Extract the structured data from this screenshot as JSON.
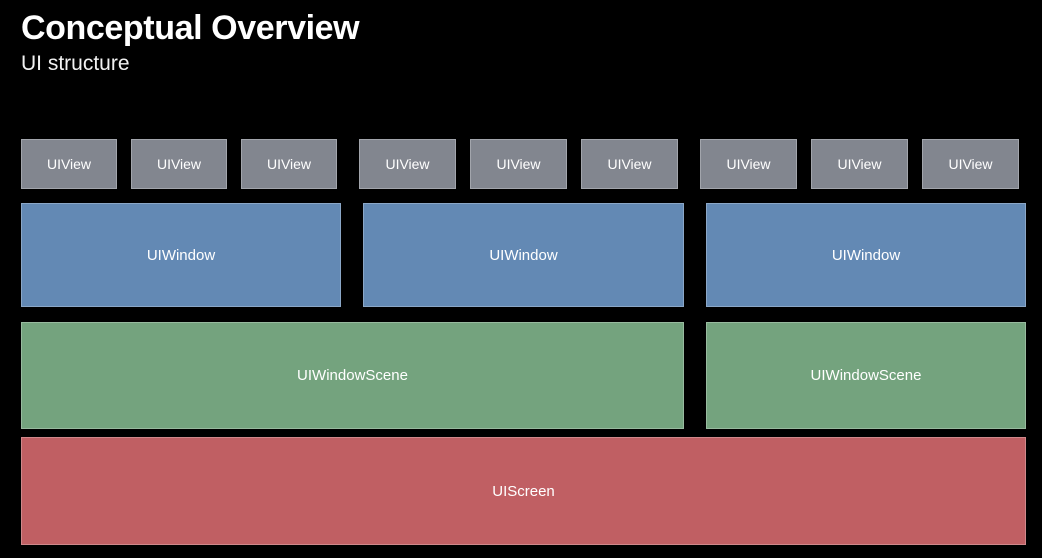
{
  "header": {
    "title": "Conceptual Overview",
    "subtitle": "UI structure"
  },
  "colors": {
    "background": "#000000",
    "title_text": "#ffffff",
    "subtitle_text": "#f2f2f2",
    "uiview": "#82868f",
    "uiwindow": "#6389b4",
    "uiwindowscene": "#74a37e",
    "uiscreen": "#c05f63",
    "box_border": "rgba(255,255,255,0.26)",
    "box_label": "#ffffff"
  },
  "diagram": {
    "rows": {
      "uiview": {
        "label": "UIView",
        "groups": [
          {
            "boxes": [
              "UIView",
              "UIView",
              "UIView"
            ]
          },
          {
            "boxes": [
              "UIView",
              "UIView",
              "UIView"
            ]
          },
          {
            "boxes": [
              "UIView",
              "UIView",
              "UIView"
            ]
          }
        ]
      },
      "uiwindow": {
        "label": "UIWindow",
        "boxes": [
          "UIWindow",
          "UIWindow",
          "UIWindow"
        ]
      },
      "uiwindowscene": {
        "label": "UIWindowScene",
        "boxes": [
          "UIWindowScene",
          "UIWindowScene"
        ]
      },
      "uiscreen": {
        "label": "UIScreen",
        "boxes": [
          "UIScreen"
        ]
      }
    }
  }
}
